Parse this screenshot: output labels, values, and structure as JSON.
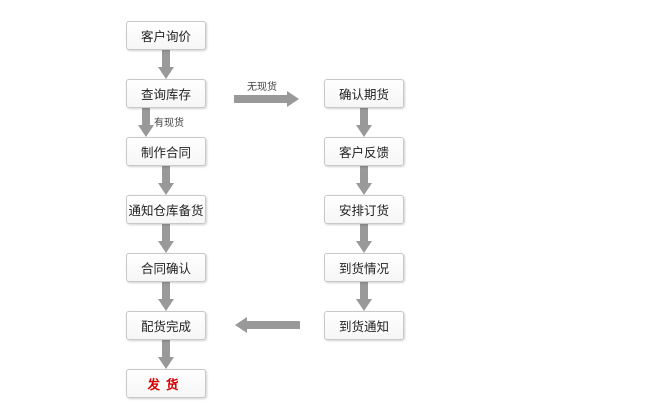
{
  "flowchart": {
    "left_column": [
      {
        "id": "customer-inquiry",
        "label": "客户询价"
      },
      {
        "id": "check-inventory",
        "label": "查询库存"
      },
      {
        "id": "make-contract",
        "label": "制作合同"
      },
      {
        "id": "notify-warehouse",
        "label": "通知仓库备货"
      },
      {
        "id": "contract-confirm",
        "label": "合同确认"
      },
      {
        "id": "delivery-complete",
        "label": "配货完成"
      },
      {
        "id": "ship",
        "label": "发货"
      }
    ],
    "right_column": [
      {
        "id": "confirm-period",
        "label": "确认期货"
      },
      {
        "id": "customer-feedback",
        "label": "客户反馈"
      },
      {
        "id": "arrange-order",
        "label": "安排订货"
      },
      {
        "id": "arrival-status",
        "label": "到货情况"
      },
      {
        "id": "arrival-notice",
        "label": "到货通知"
      }
    ],
    "edge_labels": {
      "no_stock": "无现货",
      "in_stock": "有现货"
    }
  },
  "colors": {
    "arrow": "#999999",
    "box_border": "#c8c8c8",
    "final_text": "#d40000"
  }
}
